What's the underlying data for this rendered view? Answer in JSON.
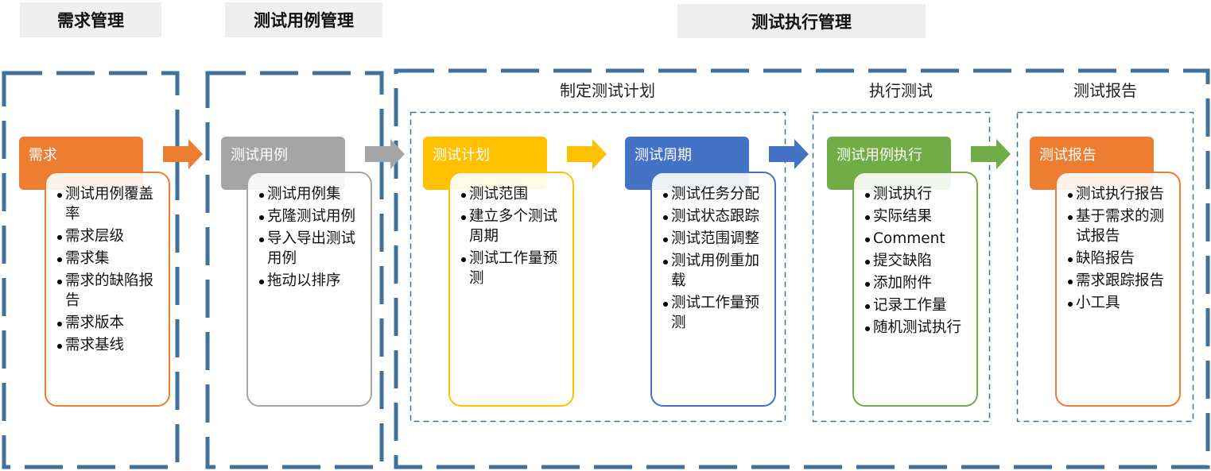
{
  "top_labels": [
    "需求管理",
    "测试用例管理",
    "测试执行管理"
  ],
  "group_labels": [
    "制定测试计划",
    "执行测试",
    "测试报告"
  ],
  "colors": {
    "frame": "#41719c",
    "orange": "#ed7d31",
    "gray": "#a5a5a5",
    "yellow": "#ffc000",
    "blue": "#4472c4",
    "green": "#70ad47"
  },
  "cards": [
    {
      "title": "需求",
      "items": [
        "测试用例覆盖率",
        "需求层级",
        "需求集",
        "需求的缺陷报告",
        "需求版本",
        "需求基线"
      ]
    },
    {
      "title": "测试用例",
      "items": [
        "测试用例集",
        "克隆测试用例",
        "导入导出测试用例",
        "拖动以排序"
      ]
    },
    {
      "title": "测试计划",
      "items": [
        "测试范围",
        "建立多个测试周期",
        "测试工作量预测"
      ]
    },
    {
      "title": "测试周期",
      "items": [
        "测试任务分配",
        "测试状态跟踪",
        "测试范围调整",
        "测试用例重加载",
        "测试工作量预测"
      ]
    },
    {
      "title": "测试用例执行",
      "items": [
        "测试执行",
        "实际结果",
        "Comment",
        "提交缺陷",
        "添加附件",
        "记录工作量",
        "随机测试执行"
      ]
    },
    {
      "title": "测试报告",
      "items": [
        "测试执行报告",
        "基于需求的测试报告",
        "缺陷报告",
        "需求跟踪报告",
        "小工具"
      ]
    }
  ]
}
